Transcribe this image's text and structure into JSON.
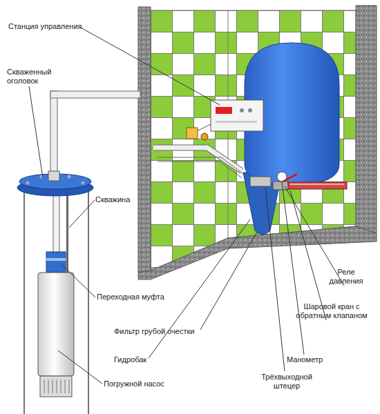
{
  "diagram": {
    "labels": [
      "Станция управления",
      "Скваженный оголовок",
      "Скважина",
      "Переходная муфта",
      "Реле давления",
      "Фильтр грубой очестки",
      "Шаровой кран с обратным клапаном",
      "Гидробак",
      "Манометр",
      "Погружной насос",
      "Трёхвыходной штецер"
    ]
  }
}
